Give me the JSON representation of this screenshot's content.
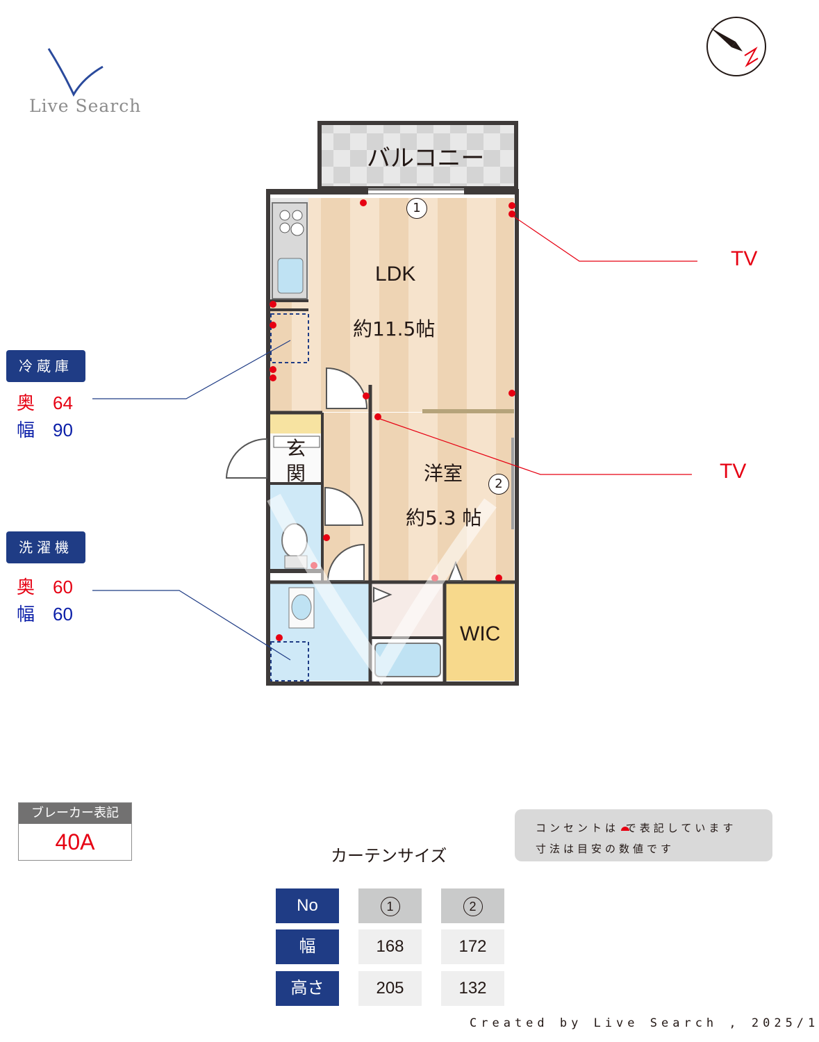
{
  "logo": {
    "text": "Live Search"
  },
  "rooms": {
    "balcony": "バルコニー",
    "ldk": "LDK",
    "ldk_size": "約11.5帖",
    "western": "洋室",
    "western_size": "約5.3 帖",
    "entrance_1": "玄",
    "entrance_2": "関",
    "wic": "WIC"
  },
  "window_markers": [
    "1",
    "2"
  ],
  "fridge": {
    "title": "冷蔵庫",
    "depth_label": "奥",
    "depth": "64",
    "width_label": "幅",
    "width": "90"
  },
  "washer": {
    "title": "洗濯機",
    "depth_label": "奥",
    "depth": "60",
    "width_label": "幅",
    "width": "60"
  },
  "tv_labels": [
    "TV",
    "TV"
  ],
  "breaker": {
    "title": "ブレーカー表記",
    "value": "40A"
  },
  "note": {
    "line1": "コンセントは   で表記しています",
    "line2": "寸法は目安の数値です"
  },
  "curtain": {
    "title": "カーテンサイズ",
    "headers": [
      "No",
      "1",
      "2"
    ],
    "rows": [
      {
        "label": "幅",
        "values": [
          "168",
          "172"
        ]
      },
      {
        "label": "高さ",
        "values": [
          "205",
          "132"
        ]
      }
    ]
  },
  "footer": "Created by Live Search , 2025/1",
  "colors": {
    "outlet": "#e60012",
    "navy": "#1f3c85",
    "floor_wood": "#f3dcc2",
    "bath": "#cfe9f7",
    "wic": "#f7d98c"
  }
}
